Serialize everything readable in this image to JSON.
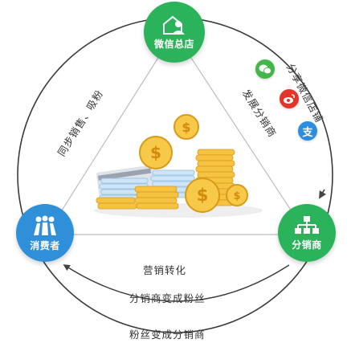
{
  "nodes": {
    "top": {
      "label": "微信总店",
      "icon": "shop-user-icon",
      "color": "#2bb35b"
    },
    "left": {
      "label": "消费者",
      "icon": "people-icon",
      "color": "#2f8fd9"
    },
    "right": {
      "label": "分销商",
      "icon": "org-chart-icon",
      "color": "#2bb35b"
    }
  },
  "edges": {
    "left_top": "同步销售、吸粉",
    "top_right_outer": "分享微信店铺",
    "top_right_inner": "发展分销商",
    "center": "营销转化",
    "right_to_left": "分销商变成粉丝",
    "left_to_right": "粉丝变成分销商"
  },
  "social_icons": [
    {
      "name": "wechat-icon",
      "color": "#43b649"
    },
    {
      "name": "weibo-icon",
      "color": "#e6332a"
    },
    {
      "name": "alipay-icon",
      "color": "#2b8de0",
      "glyph": "支"
    }
  ]
}
